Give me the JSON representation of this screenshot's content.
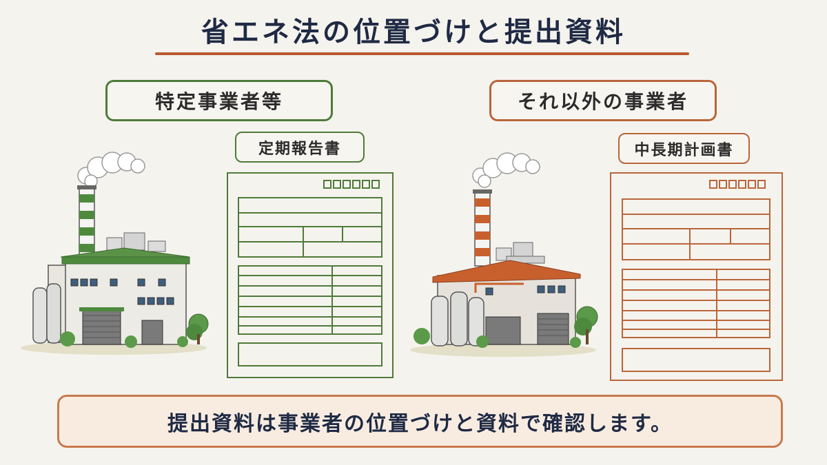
{
  "title": "省エネ法の位置づけと提出資料",
  "colors": {
    "green": "#4e7a3a",
    "orange": "#b9653a",
    "title_text": "#1f2a44",
    "underline": "#b85a2e",
    "footer_bg": "#f8ece1"
  },
  "left": {
    "category": "特定事業者等",
    "document": "定期報告書",
    "factory_icon": "factory-green-icon",
    "form_icon": "report-form-green-icon"
  },
  "right": {
    "category": "それ以外の事業者",
    "document": "中長期計画書",
    "factory_icon": "factory-orange-icon",
    "form_icon": "plan-form-orange-icon"
  },
  "footer": "提出資料は事業者の位置づけと資料で確認します。"
}
